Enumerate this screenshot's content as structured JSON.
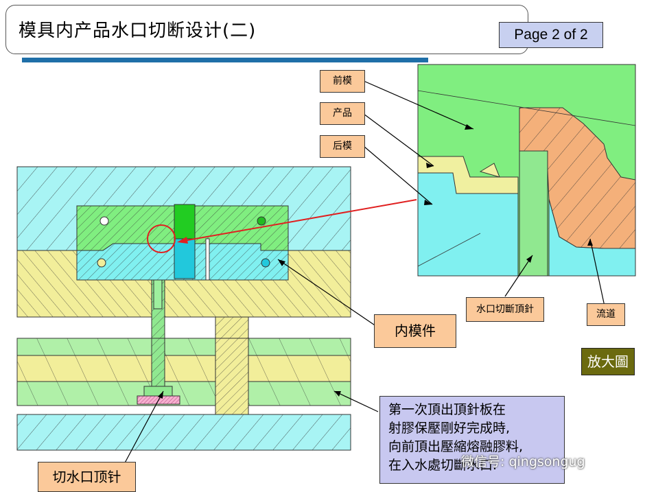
{
  "title": "模具内产品水口切断设计(二)",
  "page_indicator": "Page 2 of  2",
  "labels": {
    "front_mold": "前模",
    "product": "产品",
    "rear_mold": "后模",
    "inner_insert": "内模件",
    "gate_cut_pin_detail": "水口切斷頂針",
    "runner": "流道",
    "gate_cut_pin": "切水口顶针"
  },
  "zoom_button": "放大圖",
  "note_lines": [
    "第一次頂出頂針板在",
    "射膠保壓剛好完成時,",
    "向前頂出壓縮熔融膠料,",
    "在入水處切斷水口."
  ],
  "watermark": "微信号: qingsongug",
  "colors": {
    "front_mold": "#80ee80",
    "rear_mold": "#80f0f0",
    "product": "#f0f0a0",
    "runner": "#f4b07a",
    "plate_yellow": "#f2ee9a",
    "plate_cyan": "#a8f4f4",
    "plate_green": "#b0f0a8",
    "pin_green": "#90e890",
    "arrow_red": "#e02020",
    "accent": "#1f6fa8"
  }
}
